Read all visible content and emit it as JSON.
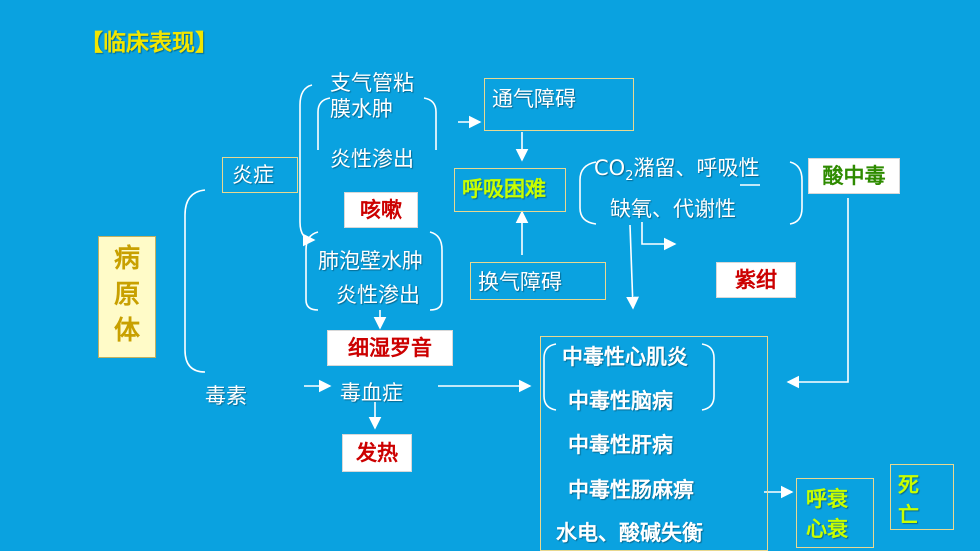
{
  "title": "【临床表现】",
  "pathogen": [
    "病",
    "原",
    "体"
  ],
  "inflammation": "炎症",
  "toxin": "毒素",
  "bronchial": {
    "line1": "支气管粘",
    "line2": "膜水肿",
    "line3": "炎性渗出"
  },
  "alveolar": {
    "line1": "肺泡壁水肿",
    "line2": "炎性渗出"
  },
  "cough": "咳嗽",
  "rales": "细湿罗音",
  "toxemia": "毒血症",
  "fever": "发热",
  "ventilation": "通气障碍",
  "gas_exchange": "换气障碍",
  "dyspnea": "呼吸困难",
  "co2": {
    "prefix": "CO",
    "sub": "2",
    "rest": "潴留、呼吸性",
    "line2": "缺氧、代谢性"
  },
  "acidosis": "酸中毒",
  "cyanosis": "紫绀",
  "complications": [
    "中毒性心肌炎",
    "中毒性脑病",
    "中毒性肝病",
    "中毒性肠麻痹",
    "水电、酸碱失衡"
  ],
  "failure": [
    "呼衰",
    "心衰"
  ],
  "death": [
    "死",
    "亡"
  ],
  "colors": {
    "background": "#0aa2e0",
    "title": "#f2e600",
    "pathogen_box": "#fffbc8",
    "yellow_green": "#c8ff00",
    "red": "#cc0000",
    "green_text": "#2e8b00"
  }
}
